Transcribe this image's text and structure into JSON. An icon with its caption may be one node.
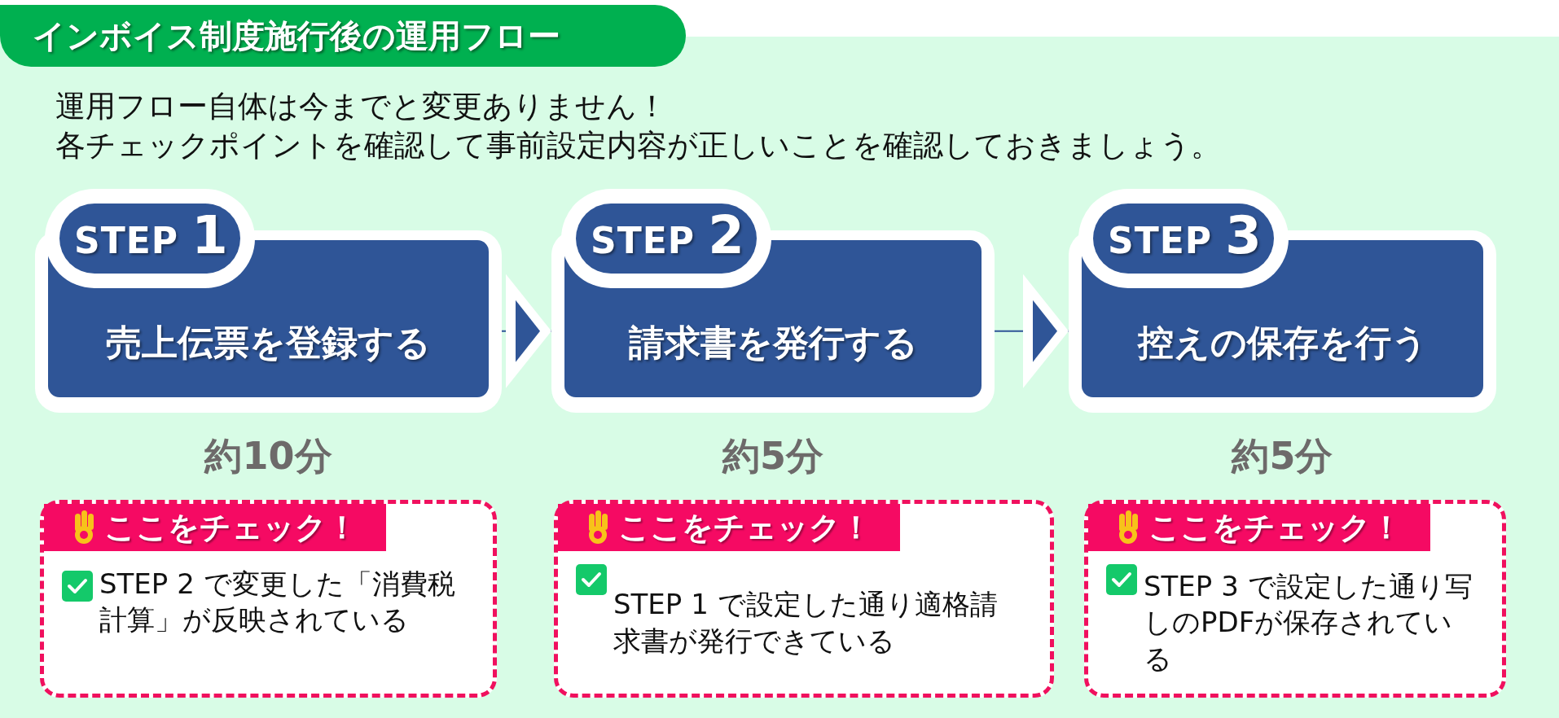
{
  "diagram": {
    "title": "インボイス制度施行後の運用フロー",
    "nodes": [
      {
        "text": [
          "STEP 1",
          "売上伝票を登録する"
        ],
        "beside": [
          "約10分"
        ]
      },
      {
        "text": [
          "STEP 2",
          "請求書を発行する"
        ],
        "beside": [
          "約5分"
        ]
      },
      {
        "text": [
          "STEP 3",
          "控えの保存を行う"
        ],
        "beside": [
          "約5分"
        ]
      },
      {
        "text": [
          "ここをチェック！",
          "STEP 2 で変更した「消費税計算」が反映されている"
        ]
      },
      {
        "text": [
          "ここをチェック！",
          "STEP 1 で設定した通り適格請求書が発行できている"
        ]
      },
      {
        "text": [
          "ここをチェック！",
          "STEP 3 で設定した通り写しのPDFが保存されている"
        ]
      }
    ],
    "edges": [
      {
        "from": 0,
        "to": 1,
        "arrow": "to"
      },
      {
        "from": 1,
        "to": 2,
        "arrow": "to"
      }
    ],
    "labels": [
      "運用フロー自体は今までと変更ありません！",
      "各チェックポイントを確認して事前設定内容が正しいことを確認しておきましょう。"
    ]
  }
}
